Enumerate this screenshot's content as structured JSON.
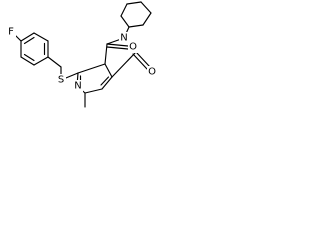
{
  "structure": {
    "atoms": {
      "fluorine": "F",
      "sulfur": "S",
      "ring_nitrogen": "N",
      "imide_nitrogen": "N",
      "carbonyl_oxygen_top": "O",
      "carbonyl_oxygen_bottom": "O"
    }
  },
  "colors": {
    "bond": "#000000",
    "label": "#000000",
    "background": "#ffffff"
  }
}
